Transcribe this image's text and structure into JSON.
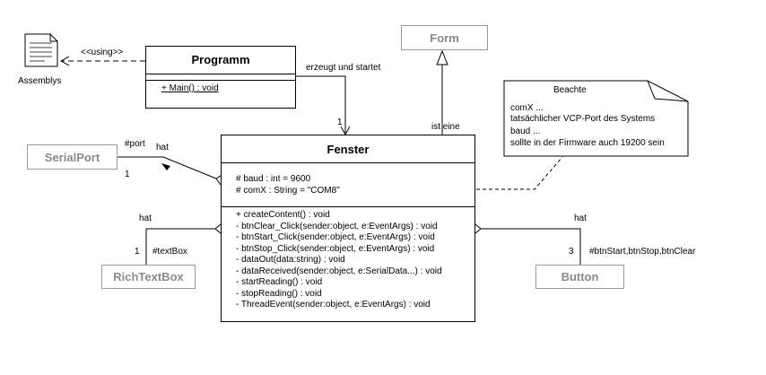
{
  "classes": {
    "programm": {
      "name": "Programm",
      "operations": [
        "+ Main() : void"
      ]
    },
    "fenster": {
      "name": "Fenster",
      "attributes": [
        "# baud : int = 9600",
        "# comX : String = \"COM8\""
      ],
      "operations": [
        "+ createContent() : void",
        "- btnClear_Click(sender:object, e:EventArgs) : void",
        "- btnStart_Click(sender:object, e:EventArgs) : void",
        "- btnStop_Click(sender:object, e:EventArgs) : void",
        "- dataOut(data:string) : void",
        "- dataReceived(sender:object, e:SerialData...) : void",
        "- startReading() : void",
        "- stopReading() : void",
        "- ThreadEvent(sender:object, e:EventArgs) : void"
      ]
    }
  },
  "external_classes": {
    "form": "Form",
    "serialport": "SerialPort",
    "richtextbox": "RichTextBox",
    "button": "Button"
  },
  "assemblys": {
    "label": "Assemblys"
  },
  "relations": {
    "using": "<<using>>",
    "creates": "erzeugt und startet",
    "creates_multiplicity": "1",
    "is_a": "ist eine",
    "serialport": {
      "role": "#port",
      "label": "hat",
      "multiplicity": "1"
    },
    "richtextbox": {
      "role": "#textBox",
      "label": "hat",
      "multiplicity": "1"
    },
    "button": {
      "role": "#btnStart,btnStop,btnClear",
      "label": "hat",
      "multiplicity": "3"
    }
  },
  "note": {
    "title": "Beachte",
    "lines": [
      "comX ...",
      "tatsächlicher VCP-Port des Systems",
      "baud ...",
      "sollte in der Firmware auch 19200 sein"
    ]
  },
  "colors": {
    "external_border": "#9a9a9a",
    "external_text": "#8a8a8a"
  }
}
